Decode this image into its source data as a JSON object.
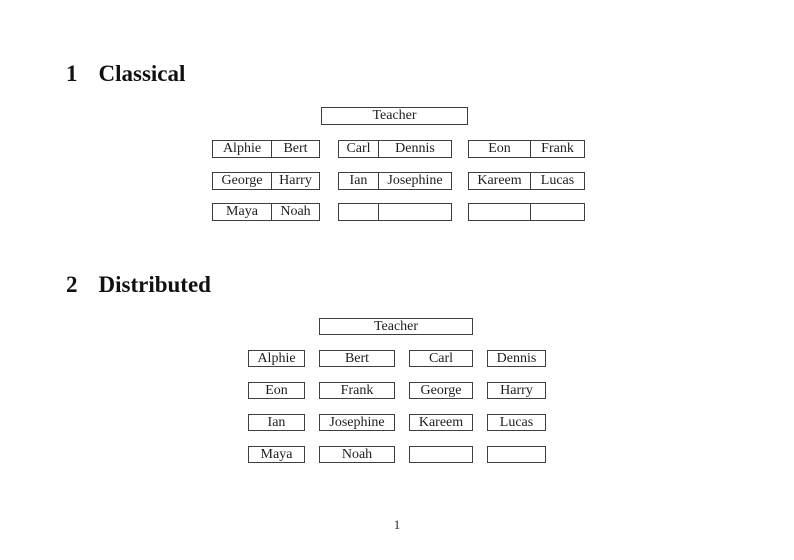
{
  "document": {
    "page_number": "1"
  },
  "classical": {
    "heading": {
      "number": "1",
      "title": "Classical"
    },
    "teacher_label": "Teacher",
    "desks": [
      {
        "cells": [
          "Alphie",
          "Bert"
        ]
      },
      {
        "cells": [
          "Carl",
          "Dennis"
        ]
      },
      {
        "cells": [
          "Eon",
          "Frank"
        ]
      },
      {
        "cells": [
          "George",
          "Harry"
        ]
      },
      {
        "cells": [
          "Ian",
          "Josephine"
        ]
      },
      {
        "cells": [
          "Kareem",
          "Lucas"
        ]
      },
      {
        "cells": [
          "Maya",
          "Noah"
        ]
      },
      {
        "cells": [
          "",
          ""
        ]
      },
      {
        "cells": [
          "",
          ""
        ]
      }
    ]
  },
  "distributed": {
    "heading": {
      "number": "2",
      "title": "Distributed"
    },
    "teacher_label": "Teacher",
    "desks": [
      "Alphie",
      "Bert",
      "Carl",
      "Dennis",
      "Eon",
      "Frank",
      "George",
      "Harry",
      "Ian",
      "Josephine",
      "Kareem",
      "Lucas",
      "Maya",
      "Noah",
      "",
      ""
    ]
  }
}
